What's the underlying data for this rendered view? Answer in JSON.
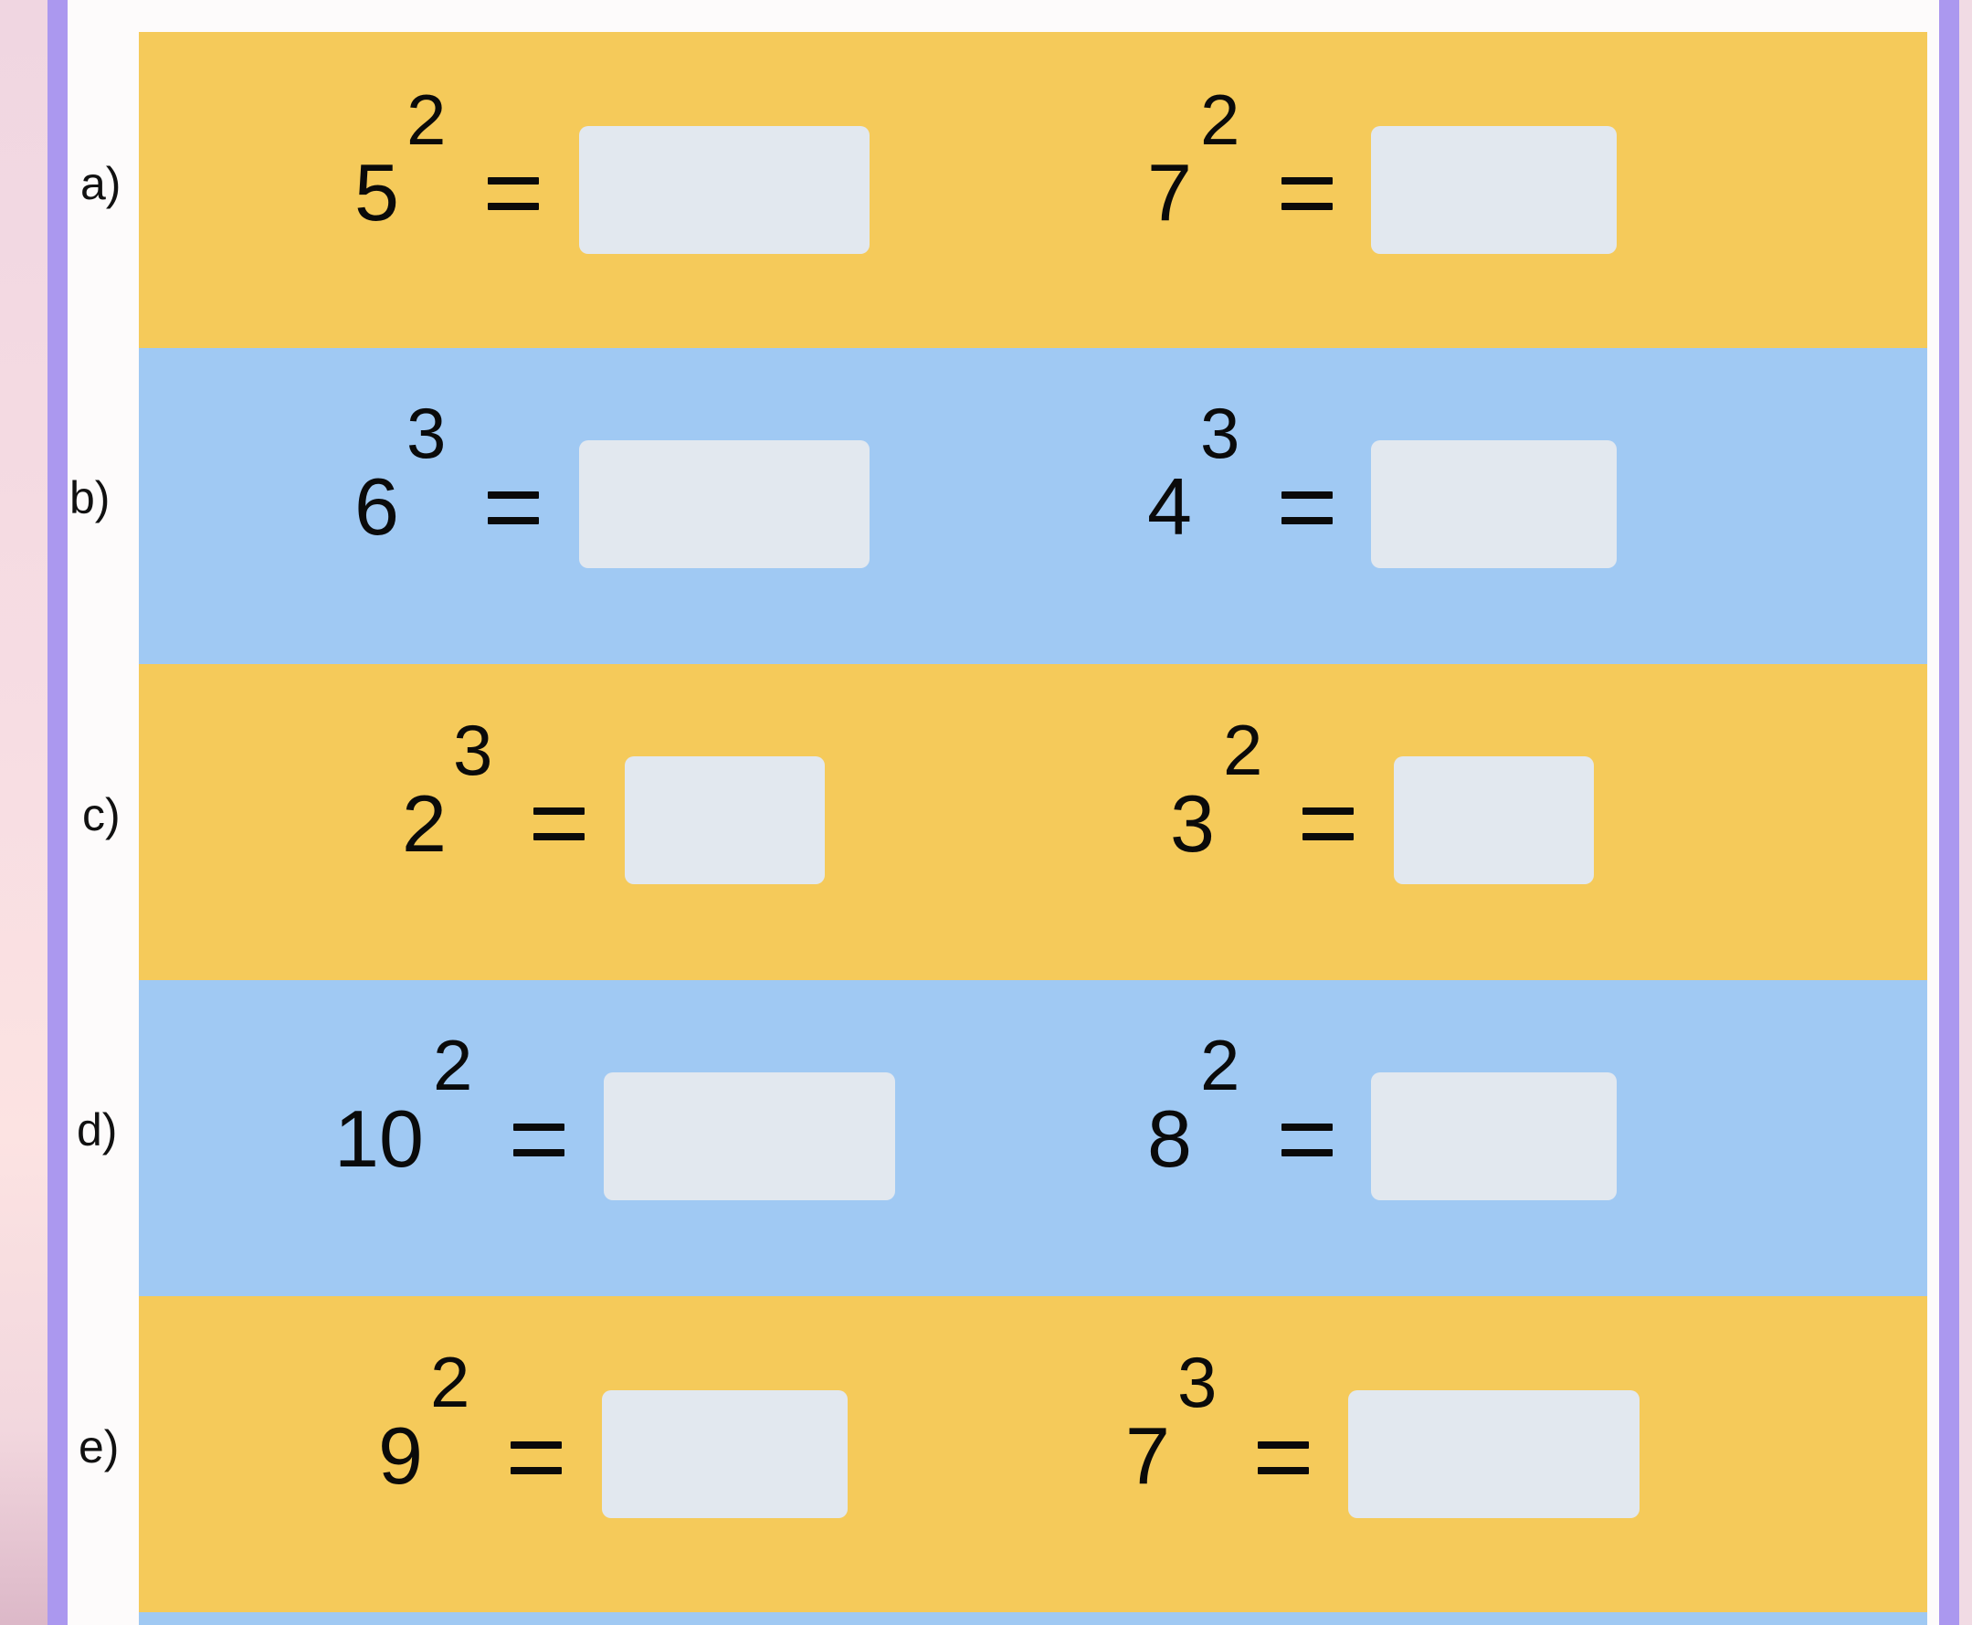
{
  "exercises": [
    {
      "label": "a)",
      "left": {
        "base": "5",
        "exponent": "2",
        "equals": "=",
        "answer": ""
      },
      "right": {
        "base": "7",
        "exponent": "2",
        "equals": "=",
        "answer": ""
      }
    },
    {
      "label": "b)",
      "left": {
        "base": "6",
        "exponent": "3",
        "equals": "=",
        "answer": ""
      },
      "right": {
        "base": "4",
        "exponent": "3",
        "equals": "=",
        "answer": ""
      }
    },
    {
      "label": "c)",
      "left": {
        "base": "2",
        "exponent": "3",
        "equals": "=",
        "answer": ""
      },
      "right": {
        "base": "3",
        "exponent": "2",
        "equals": "=",
        "answer": ""
      }
    },
    {
      "label": "d)",
      "left": {
        "base": "10",
        "exponent": "2",
        "equals": "=",
        "answer": ""
      },
      "right": {
        "base": "8",
        "exponent": "2",
        "equals": "=",
        "answer": ""
      }
    },
    {
      "label": "e)",
      "left": {
        "base": "9",
        "exponent": "2",
        "equals": "=",
        "answer": ""
      },
      "right": {
        "base": "7",
        "exponent": "3",
        "equals": "=",
        "answer": ""
      }
    }
  ],
  "colors": {
    "row_yellow": "#f5ca5a",
    "row_blue": "#a0c9f3",
    "answer_box": "#e2e8ef",
    "rail": "#ab98ef"
  }
}
